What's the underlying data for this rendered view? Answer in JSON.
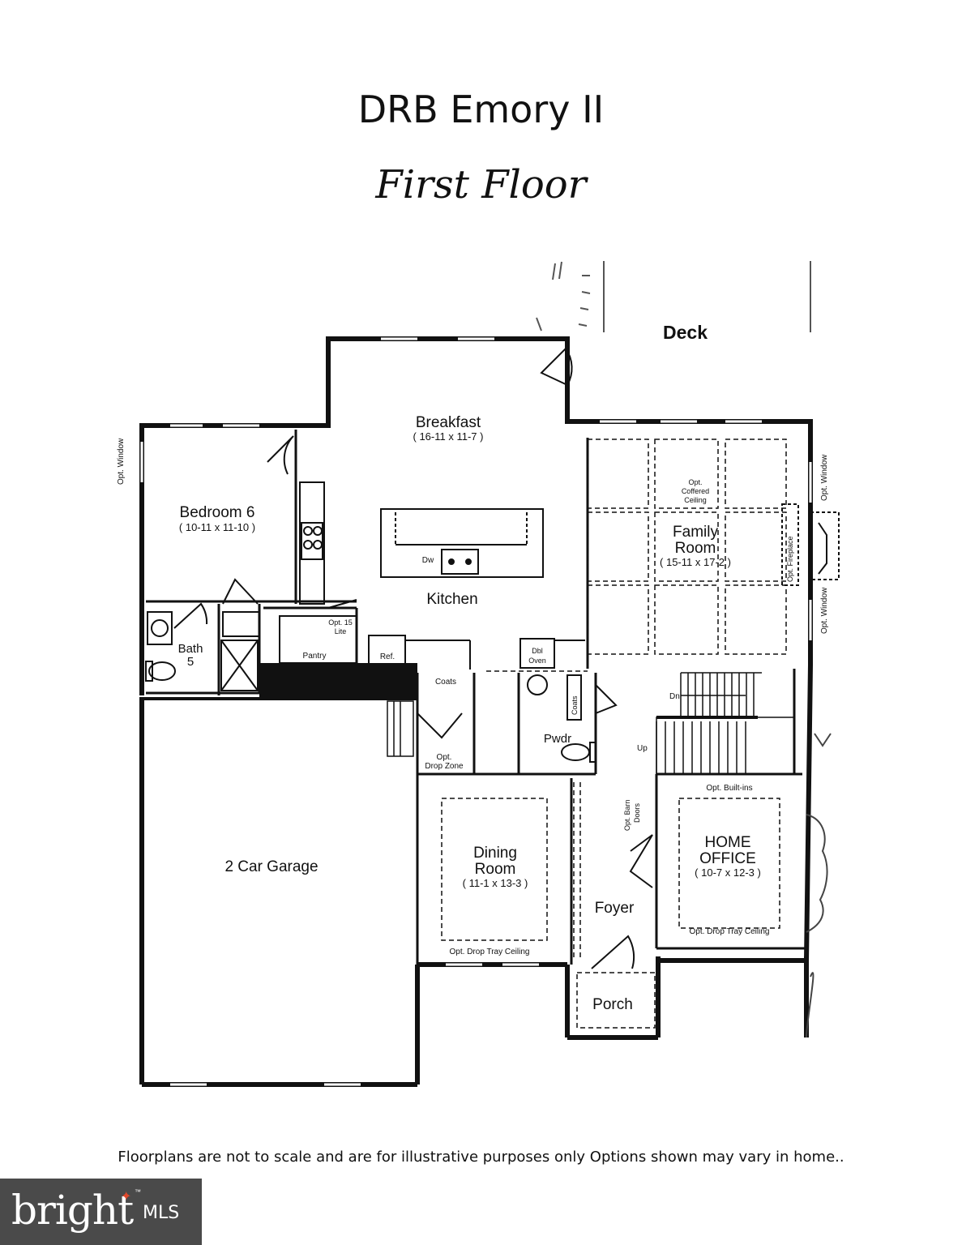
{
  "header": {
    "title": "DRB Emory II",
    "subtitle": "First Floor"
  },
  "rooms": {
    "deck": "Deck",
    "breakfast": {
      "name": "Breakfast",
      "dims": "( 16-11 x 11-7 )"
    },
    "bedroom6": {
      "name": "Bedroom 6",
      "dims": "( 10-11 x 11-10 )"
    },
    "kitchen": "Kitchen",
    "family": {
      "name_line1": "Family",
      "name_line2": "Room",
      "dims": "( 15-11 x 17-2 )"
    },
    "bath": {
      "line1": "Bath",
      "line2": "5"
    },
    "garage": "2 Car Garage",
    "dining": {
      "name_line1": "Dining",
      "name_line2": "Room",
      "dims": "( 11-1 x 13-3 )"
    },
    "foyer": "Foyer",
    "office": {
      "name_line1": "HOME",
      "name_line2": "OFFICE",
      "dims": "( 10-7 x 12-3 )"
    },
    "porch": "Porch",
    "pantry": "Pantry",
    "pwdr": "Pwdr"
  },
  "labels": {
    "opt_window": "Opt. Window",
    "opt_coffered_1": "Opt.",
    "opt_coffered_2": "Coffered",
    "opt_coffered_3": "Ceiling",
    "opt_fireplace": "Opt. Fireplace",
    "dw": "Dw",
    "opt_lite_1": "Opt. 15",
    "opt_lite_2": "Lite",
    "ref": "Ref.",
    "dbl_oven_1": "Dbl",
    "dbl_oven_2": "Oven",
    "coats": "Coats",
    "coats_vertical": "Coats",
    "drop_zone_1": "Opt.",
    "drop_zone_2": "Drop Zone",
    "dn": "Dn",
    "up": "Up",
    "barn_doors_1": "Opt. Barn",
    "barn_doors_2": "Doors",
    "opt_built_ins": "Opt. Built-ins",
    "dining_tray": "Opt. Drop Tray Ceiling",
    "office_tray": "Opt. Drop Tray Ceiling"
  },
  "footer": {
    "disclaimer": "Floorplans are  not to scale and are for illustrative purposes only  Options shown may vary in home..",
    "logo_word": "bright",
    "logo_mls": "MLS",
    "logo_tm": "™"
  },
  "colors": {
    "wall": "#111111",
    "logo_bg": "#4a4a4a",
    "logo_accent": "#e0482b"
  }
}
